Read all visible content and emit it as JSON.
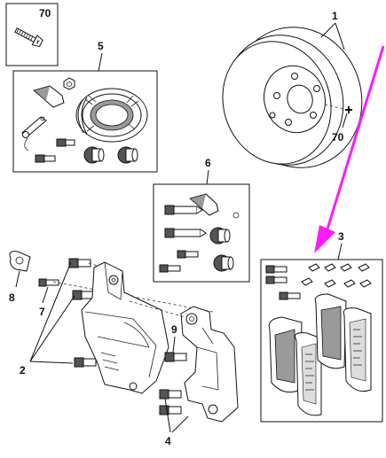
{
  "callouts": {
    "c70_top": "70",
    "c70_disc": "70",
    "c1": "1",
    "c5": "5",
    "c6": "6",
    "c3": "3",
    "c8": "8",
    "c7": "7",
    "c2": "2",
    "c9": "9",
    "c4": "4"
  },
  "colors": {
    "arrow": "#ff1aff",
    "ink": "#111111"
  },
  "icons": {
    "bolt": "bolt-icon",
    "disc": "brake-disc-icon",
    "caliper": "brake-caliper-icon",
    "pads": "brake-pad-icon",
    "grease": "grease-tube-icon"
  }
}
